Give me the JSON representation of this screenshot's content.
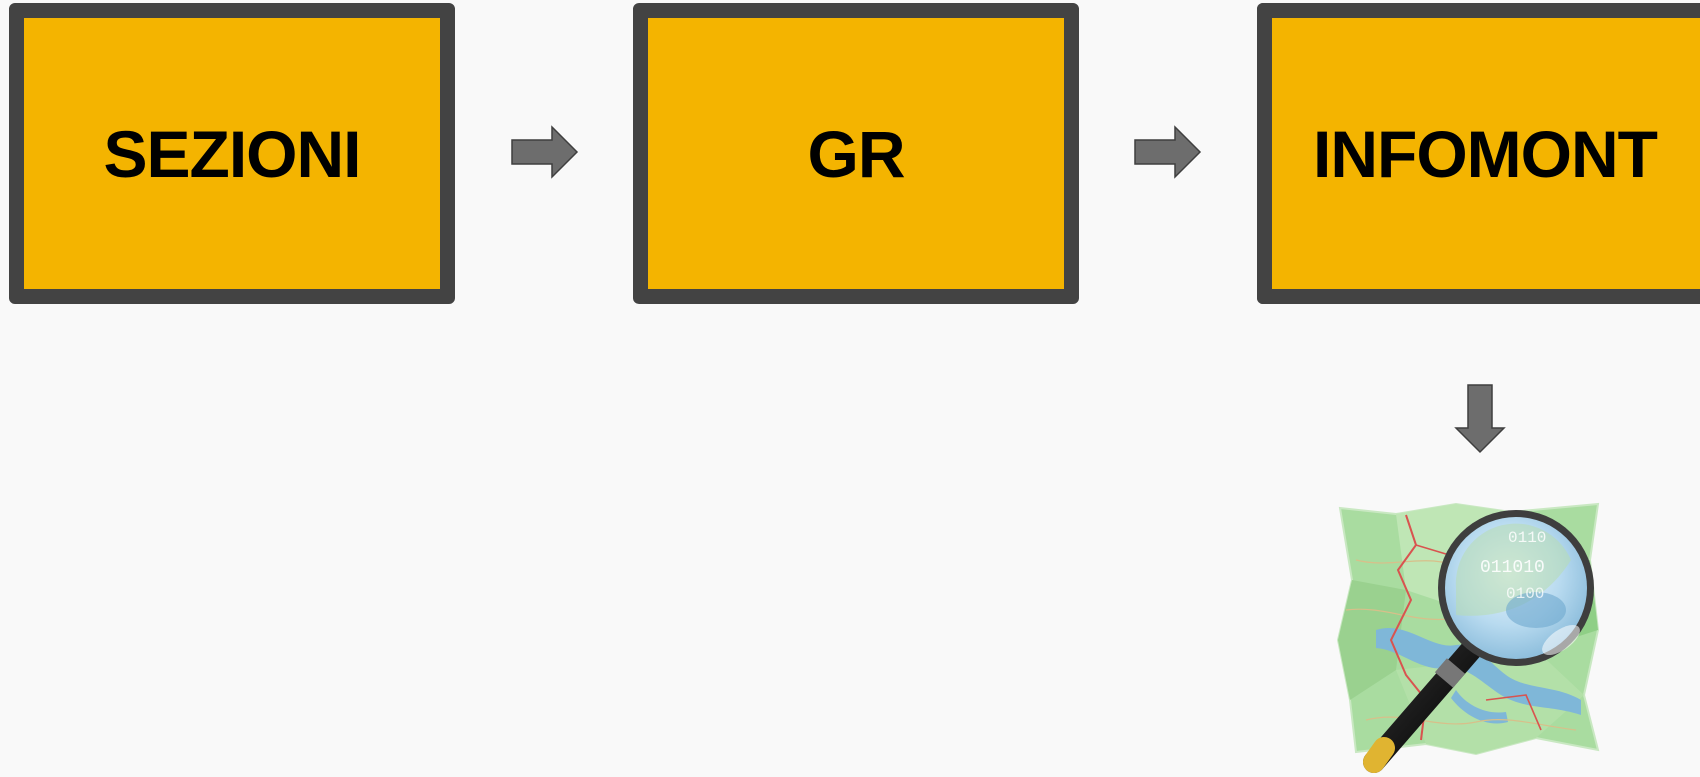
{
  "diagram": {
    "boxes": [
      {
        "label": "SEZIONI"
      },
      {
        "label": "GR"
      },
      {
        "label": "INFOMONT"
      }
    ],
    "colors": {
      "box_fill": "#f4b400",
      "box_border": "#434343",
      "arrow_fill": "#6d6d6d",
      "background": "#f9f9f9"
    },
    "logo": {
      "icon": "openstreetmap-logo-icon",
      "binary_digits": [
        "0110",
        "011010",
        "0100"
      ]
    }
  }
}
